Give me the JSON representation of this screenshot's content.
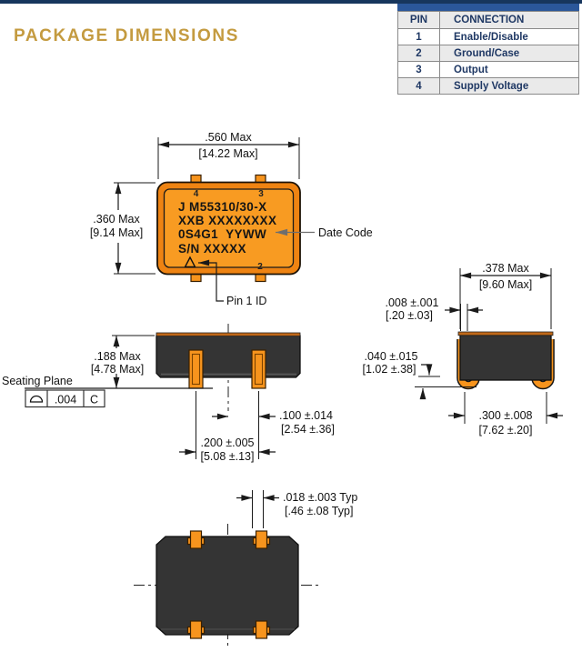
{
  "page": {
    "title": "PACKAGE DIMENSIONS"
  },
  "colors": {
    "accent_gold": "#C49B40",
    "header_navy": "#17365D",
    "table_blue": "#2B579A",
    "table_text_navy": "#1F3864",
    "package_orange": "#F7941D",
    "lid_brown": "#C06818",
    "body_gray": "#343434"
  },
  "pin_table": {
    "headers": [
      "PIN",
      "CONNECTION"
    ],
    "rows": [
      {
        "pin": "1",
        "connection": "Enable/Disable"
      },
      {
        "pin": "2",
        "connection": "Ground/Case"
      },
      {
        "pin": "3",
        "connection": "Output"
      },
      {
        "pin": "4",
        "connection": "Supply Voltage"
      }
    ]
  },
  "top_view": {
    "width_dim": {
      "in": ".560 Max",
      "mm": "[14.22 Max]"
    },
    "height_dim": {
      "in": ".360 Max",
      "mm": "[9.14 Max]"
    },
    "marking_lines": [
      "J M55310/30-X",
      "XXB XXXXXXXX",
      "0S4G1  YYWW",
      "S/N XXXXX"
    ],
    "pin_labels": {
      "p4": "4",
      "p3": "3",
      "p2": "2"
    },
    "date_code_label": "Date Code",
    "pin1_label": "Pin 1 ID"
  },
  "front_view": {
    "height_dim": {
      "in": ".188 Max",
      "mm": "[4.78 Max]"
    },
    "seating_plane_label": "Seating Plane",
    "flatness_frame": {
      "tolerance": ".004",
      "datum": "C"
    },
    "pin_pitch_dim": {
      "in": ".100 ±.014",
      "mm": "[2.54 ±.36]"
    },
    "pin_span_dim": {
      "in": ".200 ±.005",
      "mm": "[5.08 ±.13]"
    }
  },
  "side_view": {
    "depth_dim": {
      "in": ".378 Max",
      "mm": "[9.60 Max]"
    },
    "lead_thickness_dim": {
      "in": ".008 ±.001",
      "mm": "[.20 ±.03]"
    },
    "standoff_dim": {
      "in": ".040 ±.015",
      "mm": "[1.02 ±.38]"
    },
    "lead_span_dim": {
      "in": ".300 ±.008",
      "mm": "[7.62 ±.20]"
    }
  },
  "bottom_view": {
    "lead_width_dim": {
      "in": ".018 ±.003 Typ",
      "mm": "[.46 ±.08 Typ]"
    }
  }
}
